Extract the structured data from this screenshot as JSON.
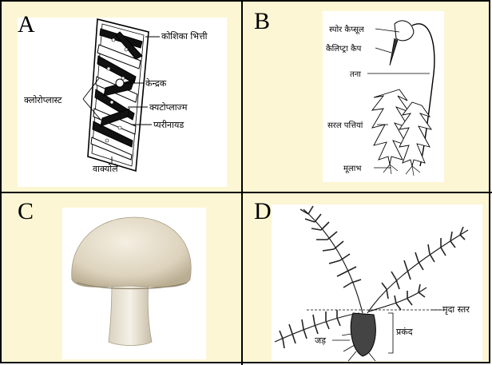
{
  "panels": [
    {
      "letter": "A",
      "labels": {
        "cell_wall": "कोशिका भित्ती",
        "nucleus": "केन्द्रक",
        "chloroplast": "क्लोरोप्लास्ट",
        "cytoplasm": "क्यटोप्लाज्म",
        "pyrenoid": "प्यरीनायड",
        "vacuole": "वाक्योले"
      }
    },
    {
      "letter": "B",
      "labels": {
        "spore_capsule": "स्पोर कैप्सूल",
        "calyptra": "कैलिप्ट्रा कैप",
        "stem": "तना",
        "leaves": "सरल पत्तियां",
        "rhizoids": "मूलाभ"
      }
    },
    {
      "letter": "C",
      "labels": {}
    },
    {
      "letter": "D",
      "labels": {
        "soil_level": "मृदा स्तर",
        "rhizome": "प्रकंद",
        "roots": "जड़"
      }
    }
  ]
}
